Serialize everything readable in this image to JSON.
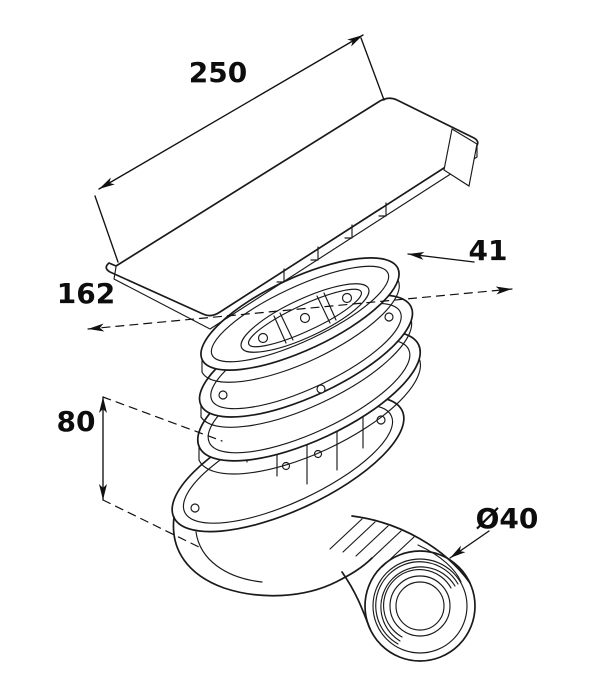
{
  "page": {
    "background_color": "#ffffff",
    "line_color": "#1a1a1a"
  },
  "drawing": {
    "subject": "Exploded-view technical line drawing of a shower tray drain trap: cover plate, oval strainer flange stack, drain bowl and outlet elbow",
    "components": [
      "cover-plate",
      "strainer-frame",
      "seal-flange",
      "clamp-ring",
      "drain-bowl",
      "outlet-elbow"
    ]
  },
  "dimensions": {
    "cover_length": {
      "value": "250"
    },
    "drain_length": {
      "value": "162"
    },
    "flange_height": {
      "value": "41"
    },
    "body_depth": {
      "value": "80"
    },
    "outlet_diameter": {
      "value": "Ø40"
    }
  }
}
